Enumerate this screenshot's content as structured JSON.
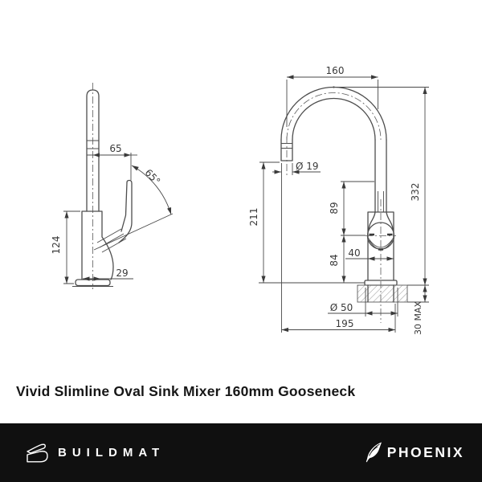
{
  "title": "Vivid Slimline Oval Sink Mixer 160mm Gooseneck",
  "drawing": {
    "line_color": "#4d4d4d",
    "hatch_color": "#999999",
    "side_view": {
      "dim_spout_offset": "65",
      "dim_handle_angle": "65°",
      "dim_body_height": "124",
      "dim_base_offset": "29"
    },
    "front_view": {
      "dim_spout_reach": "160",
      "dim_spout_outlet_diameter": "Ø 19",
      "dim_outlet_height": "211",
      "dim_overall_height": "332",
      "dim_body_to_spout": "89",
      "dim_body_height": "84",
      "dim_cartridge_width": "40",
      "dim_base_diameter": "Ø 50",
      "dim_total_projection": "195",
      "dim_mounting_thickness": "30 MAX"
    }
  },
  "footer": {
    "bg_color": "#101010",
    "text_color": "#ffffff",
    "left_brand": "BUILDMAT",
    "right_brand": "PHOENIX"
  }
}
